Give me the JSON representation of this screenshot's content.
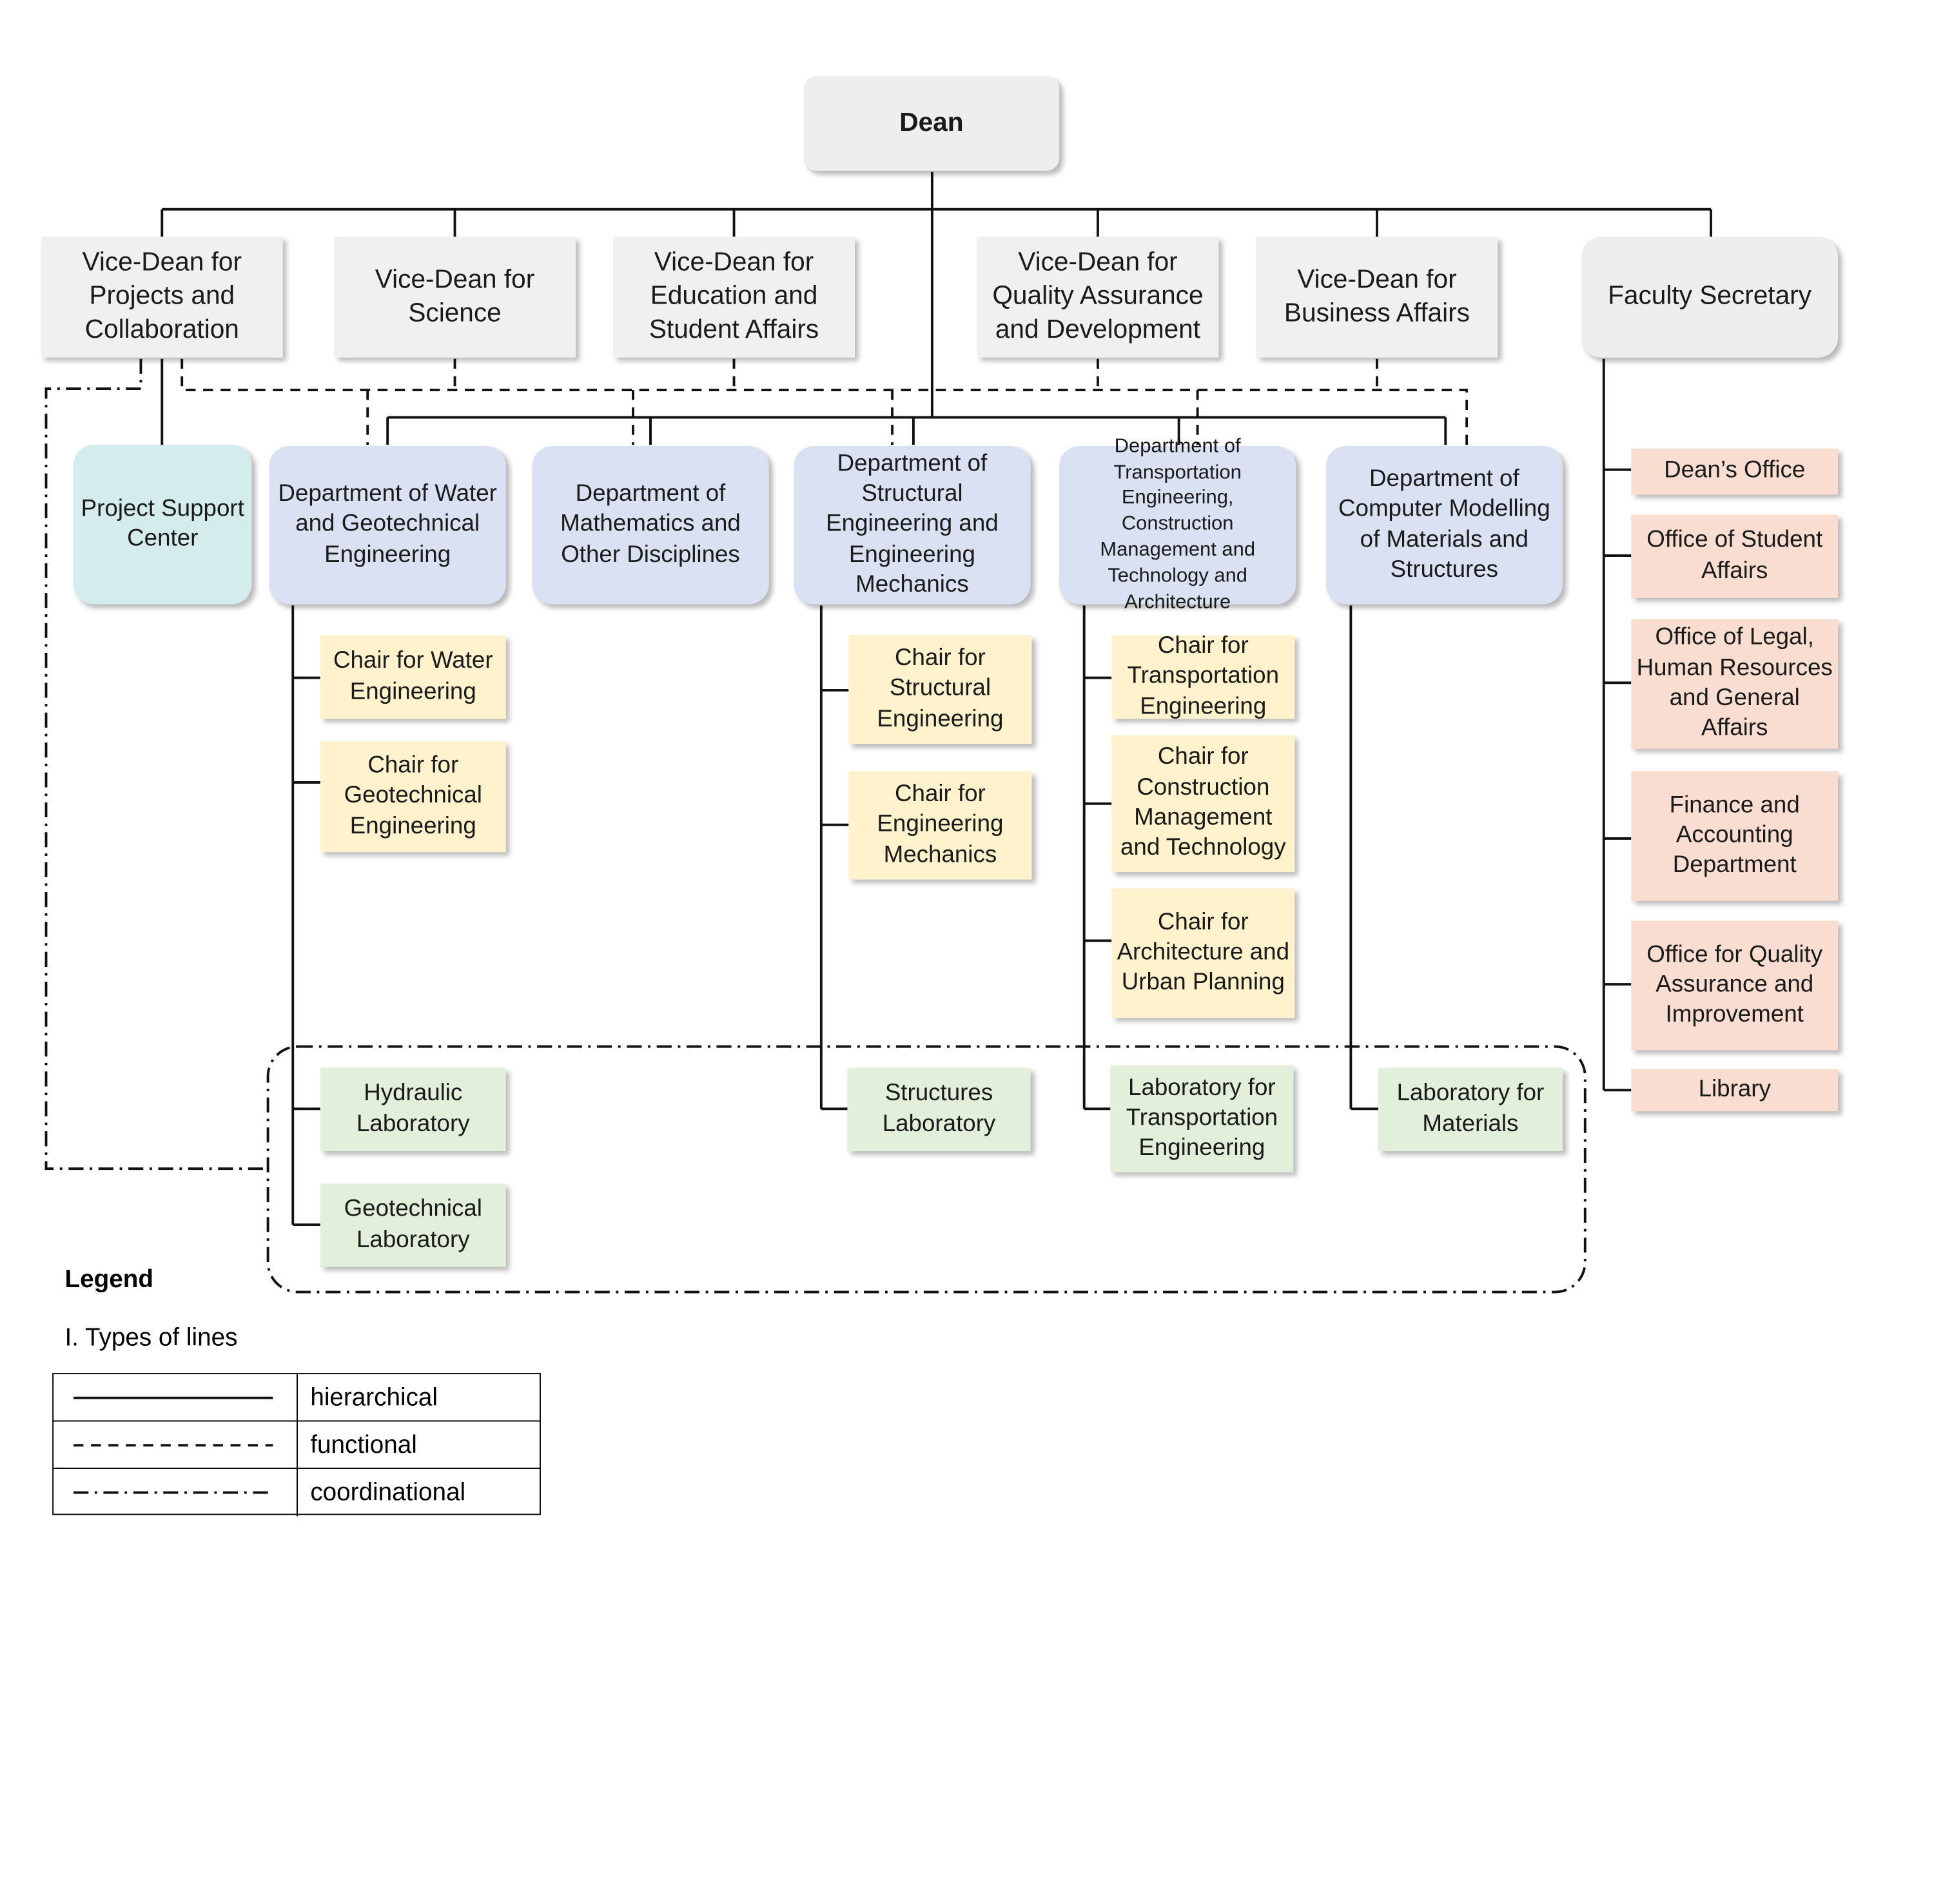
{
  "dean": "Dean",
  "vice_deans": {
    "projects": "Vice-Dean for Projects and Collaboration",
    "science": "Vice-Dean for Science",
    "education": "Vice-Dean for Education and Student Affairs",
    "quality": "Vice-Dean for Quality Assurance and Development",
    "business": "Vice-Dean for Business Affairs",
    "secretary": "Faculty Secretary"
  },
  "project_center": "Project Support Center",
  "departments": {
    "water": "Department of Water and Geotechnical Engineering",
    "math": "Department of Mathematics and Other Disciplines",
    "structural": "Department of Structural Engineering and Engineering Mechanics",
    "transport": "Department of Transportation Engineering, Construction Management and Technology and Architecture",
    "computer": "Department of Computer Modelling of Materials and Structures"
  },
  "chairs": {
    "water": "Chair for Water Engineering",
    "geotech": "Chair for Geotechnical Engineering",
    "structural": "Chair for Structural Engineering",
    "mechanics": "Chair for Engineering Mechanics",
    "transport": "Chair for Transportation Engineering",
    "construction": "Chair for Construction Management and Technology",
    "architecture": "Chair for Architecture and Urban Planning"
  },
  "labs": {
    "hydraulic": "Hydraulic Laboratory",
    "geotech": "Geotechnical Laboratory",
    "structures": "Structures Laboratory",
    "transport": "Laboratory for Transportation Engineering",
    "materials": "Laboratory for Materials"
  },
  "offices": {
    "deans_office": "Dean’s Office",
    "student_affairs": "Office of Student Affairs",
    "legal": "Office of Legal, Human Resources and General Affairs",
    "finance": "Finance and Accounting Department",
    "quality": "Office for Quality Assurance and Improvement",
    "library": "Library"
  },
  "legend": {
    "title": "Legend",
    "subtitle": "I. Types of lines",
    "hierarchical": "hierarchical",
    "functional": "functional",
    "coordinational": "coordinational"
  }
}
